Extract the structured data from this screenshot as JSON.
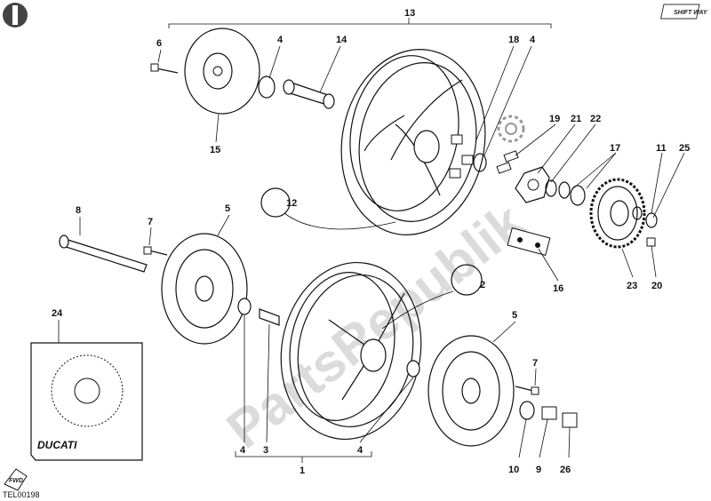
{
  "watermark": "PartsRepublik",
  "reference_code": "TEL00198",
  "brand_plate": "DUCATI",
  "corner_badge": "SHIFT WAY",
  "fwd_badge": "FWD",
  "callouts": {
    "n1": "1",
    "n2": "2",
    "n3": "3",
    "n4a": "4",
    "n4b": "4",
    "n4c": "4",
    "n4d": "4",
    "n5a": "5",
    "n5b": "5",
    "n6": "6",
    "n7a": "7",
    "n7b": "7",
    "n8": "8",
    "n9": "9",
    "n10": "10",
    "n11": "11",
    "n12": "12",
    "n13": "13",
    "n14": "14",
    "n15": "15",
    "n16": "16",
    "n17": "17",
    "n18": "18",
    "n19": "19",
    "n20": "20",
    "n21": "21",
    "n22": "22",
    "n23": "23",
    "n24": "24",
    "n25": "25",
    "n26": "26"
  }
}
